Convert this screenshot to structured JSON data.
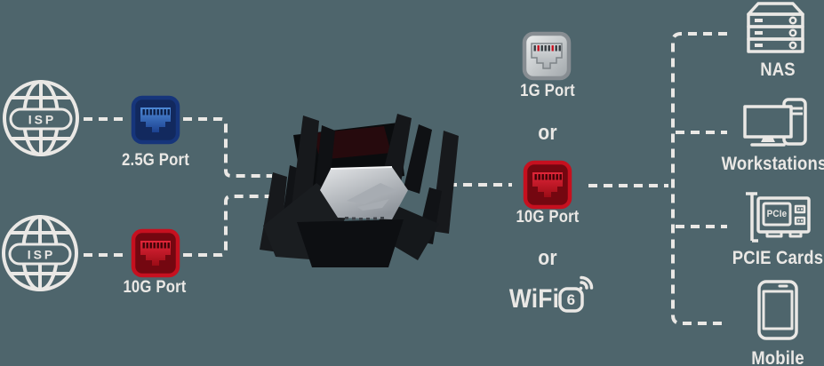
{
  "colors": {
    "background": "#4e656c",
    "foreground": "#eae8e5",
    "port_blue": "#16357b",
    "port_red": "#c6101f",
    "port_gray": "#878d92"
  },
  "left": {
    "isp_top_label": "ISP",
    "isp_bottom_label": "ISP",
    "port_top_label": "2.5G Port",
    "port_bottom_label": "10G Port"
  },
  "middle": {
    "port_1g_label": "1G Port",
    "or_top": "or",
    "port_10g_label": "10G Port",
    "or_bottom": "or",
    "wifi_label": "WiFi",
    "wifi_standard": "6"
  },
  "right": {
    "nas_label": "NAS",
    "workstations_label": "Workstations",
    "pcie_label": "PCIE Cards",
    "pcie_chip_text": "PCIe",
    "mobile_label": "Mobile"
  }
}
